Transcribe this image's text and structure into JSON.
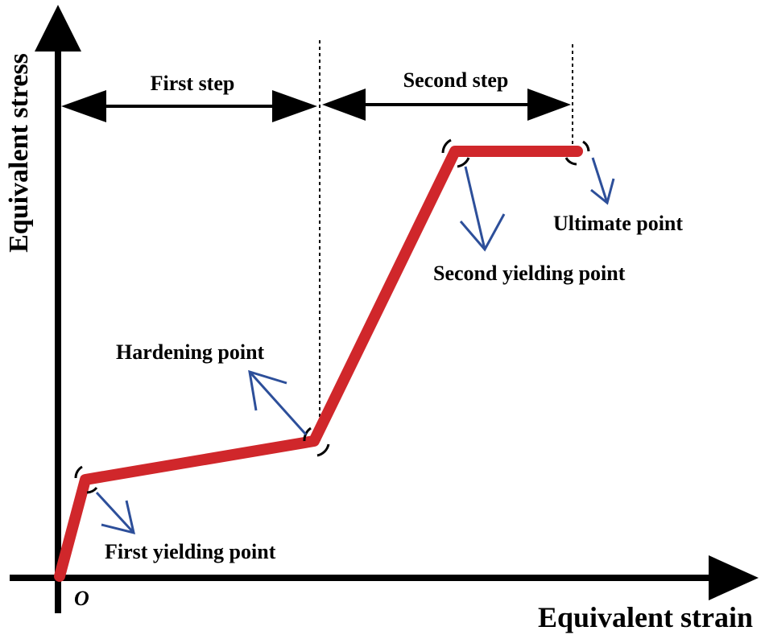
{
  "axes": {
    "x_label": "Equivalent strain",
    "y_label": "Equivalent stress",
    "origin_label": "O"
  },
  "steps": {
    "first": "First step",
    "second": "Second step"
  },
  "points": {
    "first_yielding": "First yielding point",
    "hardening": "Hardening point",
    "second_yielding": "Second yielding point",
    "ultimate": "Ultimate point"
  },
  "colors": {
    "curve": "#d0272b",
    "pointer_arrow": "#2d4f9a",
    "axes": "#000000"
  }
}
